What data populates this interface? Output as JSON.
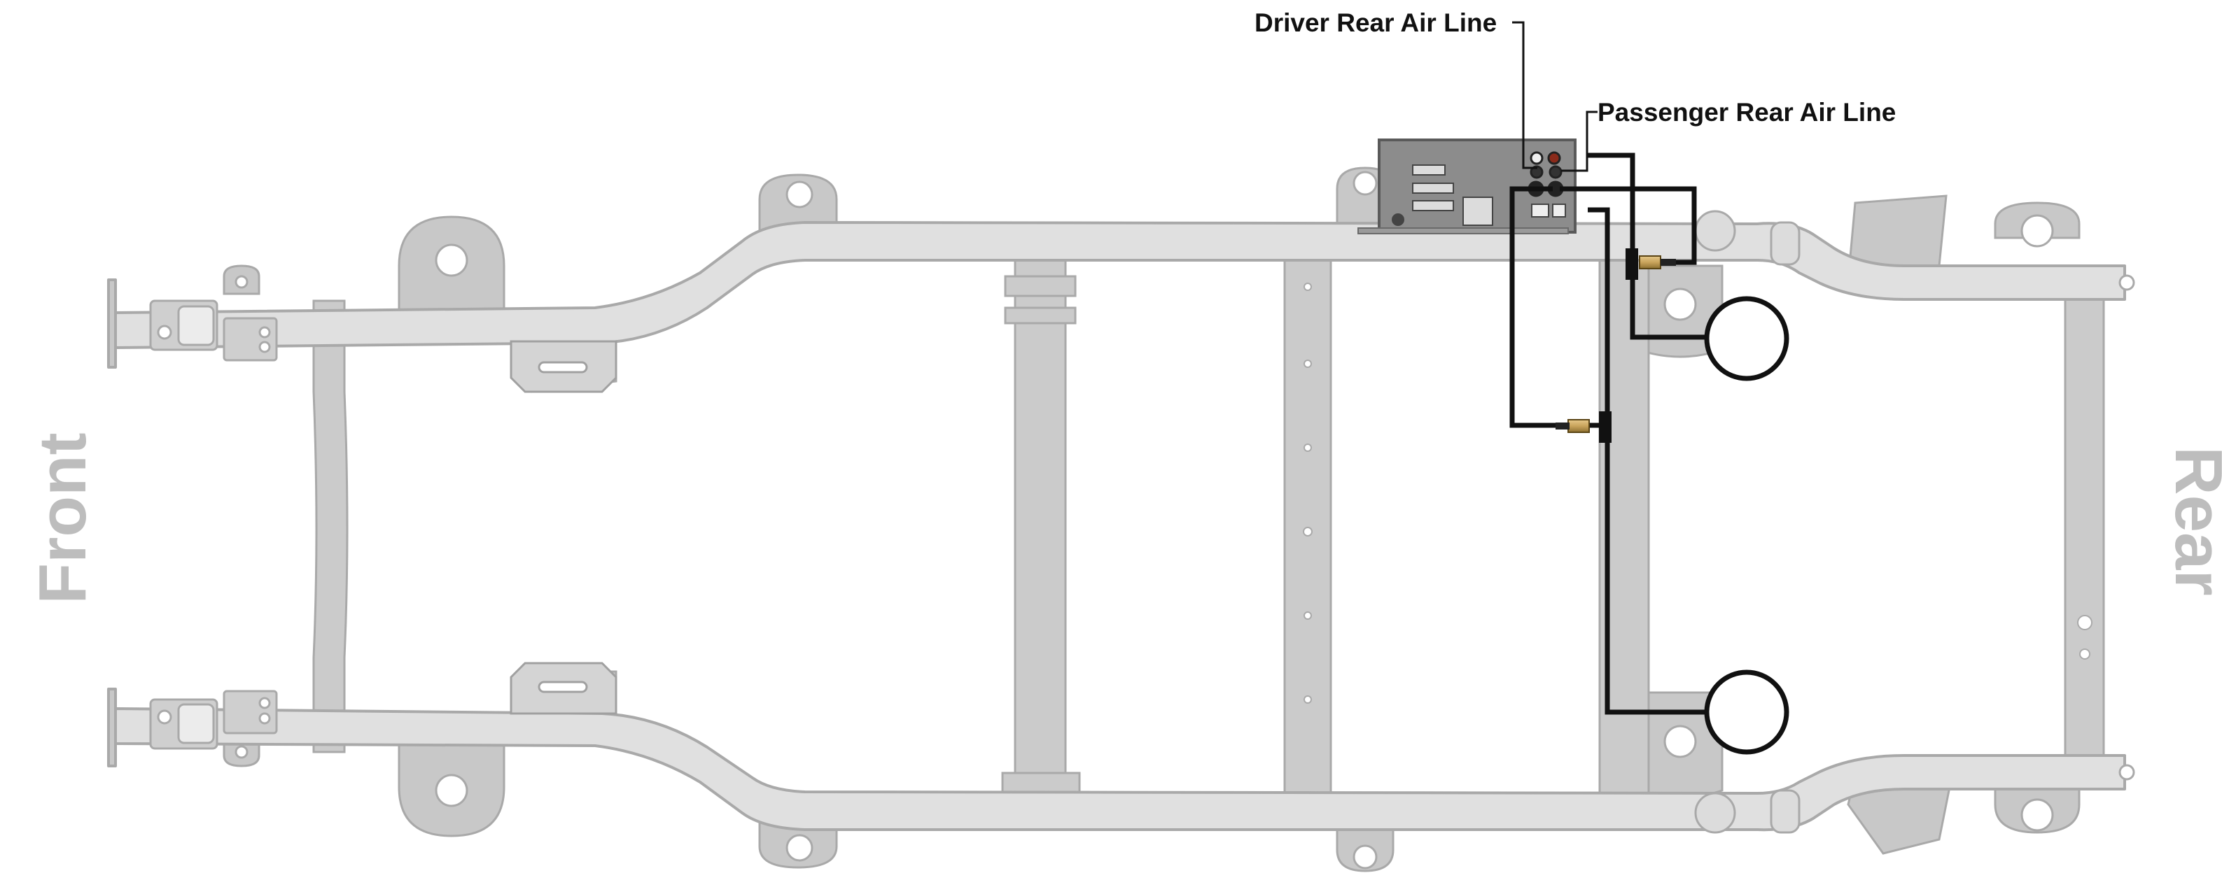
{
  "labels": {
    "front": "Front",
    "rear": "Rear",
    "driver_rear_air_line": "Driver Rear Air Line",
    "passenger_rear_air_line": "Passenger Rear Air Line"
  },
  "colors": {
    "frame_fill": "#e0e0e0",
    "frame_stroke": "#a9a9a9",
    "bracket_fill": "#c8c8c8",
    "compressor_box": "#8c8c8c",
    "air_line": "#111111",
    "brass_fitting": "#c9a45c",
    "side_label": "#bdbdbd"
  }
}
